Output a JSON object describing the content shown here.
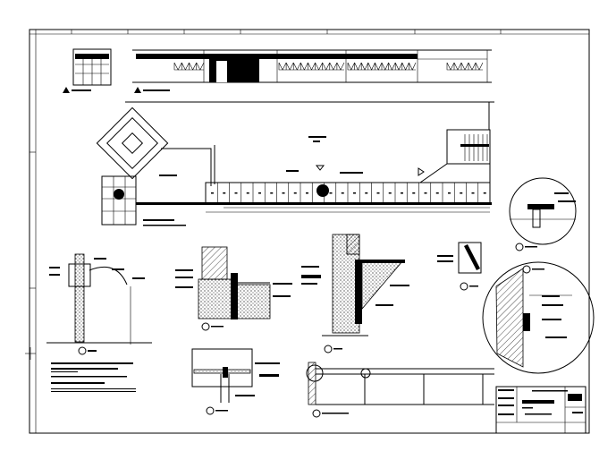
{
  "sheet": {
    "background": "#ffffff",
    "ink": "#000000",
    "views": [
      "elevation-small",
      "elevation-long",
      "floor-plan",
      "stair-section",
      "detail-1",
      "detail-2",
      "detail-3",
      "detail-round-1",
      "detail-round-2",
      "detail-4",
      "railing-elevation",
      "notes",
      "title-block"
    ]
  }
}
